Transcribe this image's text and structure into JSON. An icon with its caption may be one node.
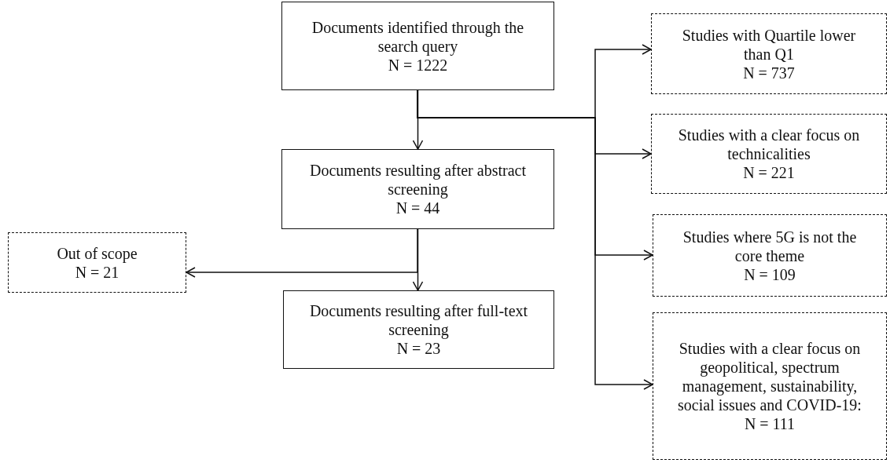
{
  "diagram": {
    "nodes": [
      {
        "text": [
          "Documents identified through the search query",
          "N = 1222"
        ]
      },
      {
        "text": [
          "Documents resulting after abstract screening",
          "N = 44"
        ]
      },
      {
        "text": [
          "Documents resulting after full-text screening",
          "N = 23"
        ]
      },
      {
        "text": [
          "Out of scope",
          "N = 21"
        ]
      },
      {
        "text": [
          "Studies with Quartile lower than Q1",
          "N = 737"
        ]
      },
      {
        "text": [
          "Studies with a clear focus on technicalities",
          "N = 221"
        ]
      },
      {
        "text": [
          "Studies where 5G is not the core theme",
          "N = 109"
        ]
      },
      {
        "text": [
          "Studies with a clear focus on geopolitical, spectrum management, sustainability, social issues and COVID-19:",
          "N = 111"
        ]
      }
    ],
    "edges": [
      {
        "from": 0,
        "to": 1,
        "arrow": "to"
      },
      {
        "from": 0,
        "to": 4,
        "arrow": "to"
      },
      {
        "from": 0,
        "to": 5,
        "arrow": "to"
      },
      {
        "from": 0,
        "to": 6,
        "arrow": "to"
      },
      {
        "from": 0,
        "to": 7,
        "arrow": "to"
      },
      {
        "from": 1,
        "to": 2,
        "arrow": "to"
      },
      {
        "from": 1,
        "to": 3,
        "arrow": "to"
      }
    ]
  }
}
